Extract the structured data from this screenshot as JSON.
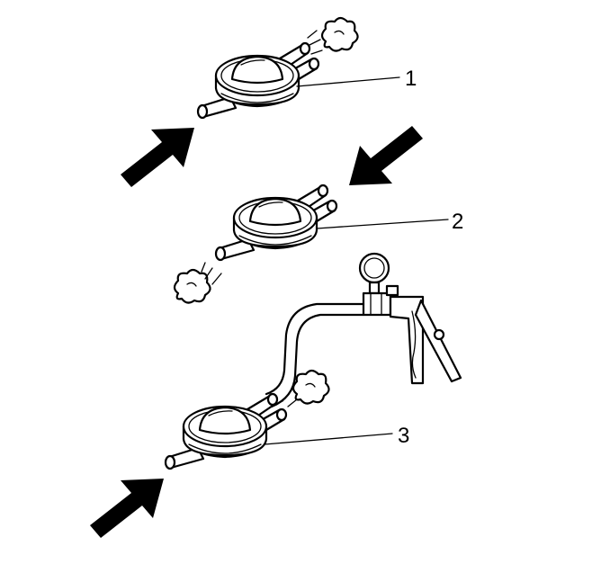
{
  "diagram": {
    "callouts": [
      {
        "number": "1"
      },
      {
        "number": "2"
      },
      {
        "number": "3"
      }
    ]
  }
}
